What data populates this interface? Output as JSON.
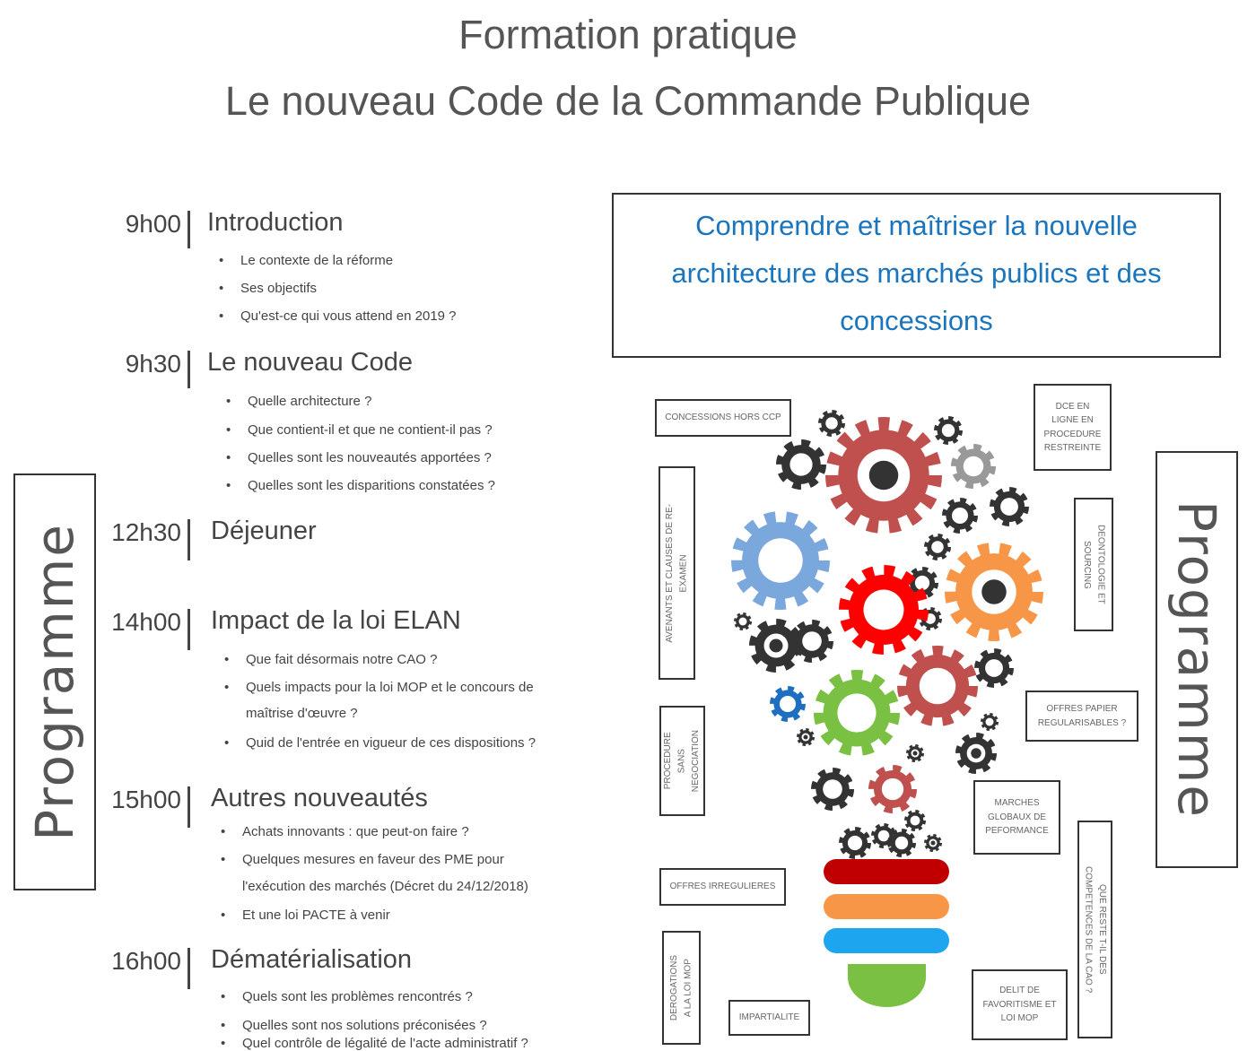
{
  "title": {
    "line1": "Formation pratique",
    "line2": "Le nouveau Code de la Commande Publique"
  },
  "side_label": "Programme",
  "schedule": [
    {
      "time": "9h00",
      "title": "Introduction",
      "bullets": [
        "Le contexte de la réforme",
        "Ses objectifs",
        "Qu'est-ce qui vous attend en 2019 ?"
      ]
    },
    {
      "time": "9h30",
      "title": "Le nouveau Code",
      "bullets": [
        "Quelle architecture ?",
        "Que contient-il et que ne contient-il pas ?",
        "Quelles sont les nouveautés apportées ?",
        "Quelles sont les disparitions constatées ?"
      ]
    },
    {
      "time": "12h30",
      "title": "Déjeuner",
      "bullets": []
    },
    {
      "time": "14h00",
      "title": "Impact de la loi ELAN",
      "bullets": [
        "Que fait désormais notre CAO ?",
        "Quels impacts pour la loi MOP et le concours de",
        "maîtrise d'œuvre ?",
        "Quid de l'entrée en vigueur de ces dispositions ?"
      ]
    },
    {
      "time": "15h00",
      "title": "Autres nouveautés",
      "bullets": [
        "Achats innovants : que peut-on faire ?",
        "Quelques mesures en faveur des PME pour",
        "l'exécution des marchés (Décret du 24/12/2018)",
        "Et une loi PACTE à venir"
      ]
    },
    {
      "time": "16h00",
      "title": "Dématérialisation",
      "bullets": [
        "Quels sont les problèmes rencontrés ?",
        "Quelles sont nos solutions préconisées ?",
        "Quel contrôle de légalité de l'acte administratif ?"
      ]
    }
  ],
  "objective": {
    "line1": "Comprendre et maîtriser la nouvelle",
    "line2": "architecture des marchés publics et des",
    "line3": "concessions"
  },
  "topics": {
    "concessions": "CONCESSIONS HORS CCP",
    "dce": [
      "DCE EN",
      "LIGNE EN",
      "PROCEDURE",
      "RESTREINTE"
    ],
    "avenants": [
      "AVENANTS ET CLAUSES DE RE-",
      "EXAMEN"
    ],
    "deontologie": [
      "DEONTOLOGIE ET",
      "SOURCING"
    ],
    "offres_papier": [
      "OFFRES PAPIER",
      "REGULARISABLES ?"
    ],
    "procedure": [
      "PROCEDURE",
      "SANS",
      "NEGOCIATION"
    ],
    "marches_globaux": [
      "MARCHES",
      "GLOBAUX DE",
      "PEFORMANCE"
    ],
    "que_reste": [
      "QUE RESTE  T-IL DES",
      "COMPETENCES DE LA CAO ?"
    ],
    "offres_irregulieres": "OFFRES IRREGULIERES",
    "derogations": [
      "DEROGATIONS",
      "A LA LOI MOP"
    ],
    "impartialite": "IMPARTIALITE",
    "delit": [
      "DELIT DE",
      "FAVORITISME ET",
      "LOI MOP"
    ]
  },
  "colors": {
    "accent": "#1a75bc",
    "red": "#c0504d",
    "bright_red": "#ff0000",
    "blue": "#7aa7dc",
    "orange": "#f79646",
    "green": "#7ac143",
    "dark": "#333333",
    "bulb_red": "#c00000",
    "bulb_orange": "#f79646",
    "bulb_blue": "#1ea5ef",
    "bulb_green": "#7ac143"
  }
}
